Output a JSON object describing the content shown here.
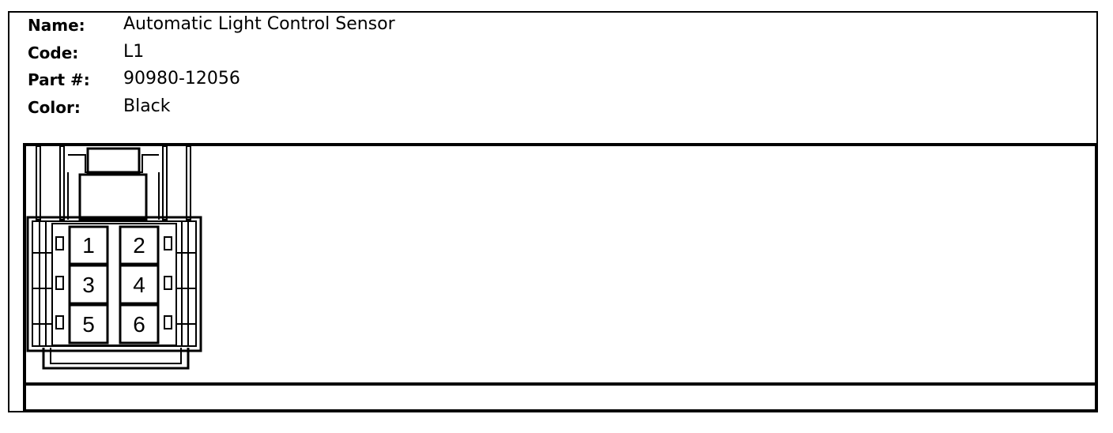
{
  "info": {
    "name_label": "Name:",
    "name_value": "Automatic Light Control Sensor",
    "code_label": "Code:",
    "code_value": "L1",
    "part_label": "Part #:",
    "part_value": "90980-12056",
    "color_label": "Color:",
    "color_value": "Black"
  },
  "connector": {
    "pins": [
      "1",
      "2",
      "3",
      "4",
      "5",
      "6"
    ]
  }
}
